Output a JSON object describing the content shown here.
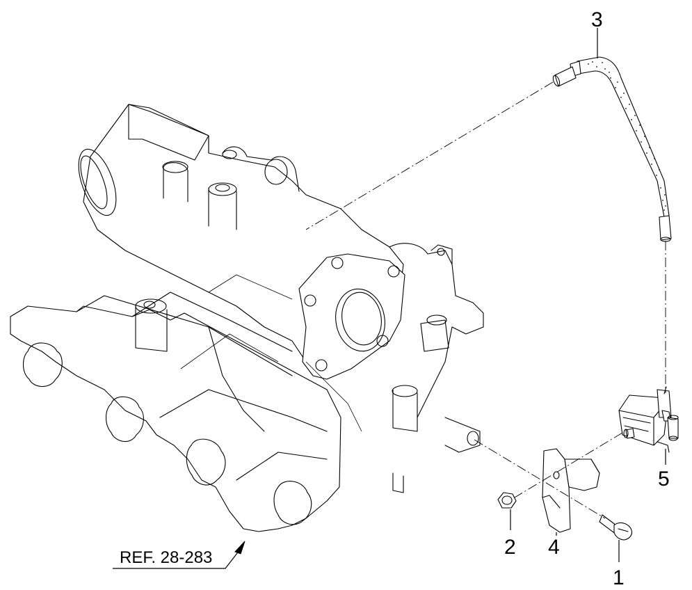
{
  "diagram": {
    "callouts": {
      "part_1": "1",
      "part_2": "2",
      "part_3": "3",
      "part_4": "4",
      "part_5": "5"
    },
    "reference_label": "REF. 28-283"
  }
}
